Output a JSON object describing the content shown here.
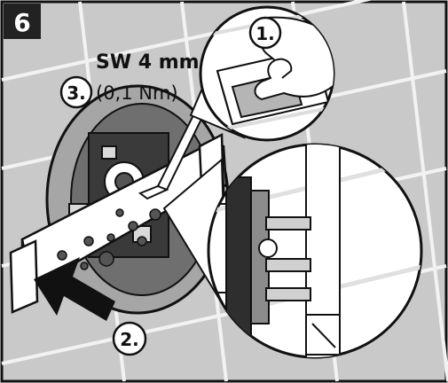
{
  "step": {
    "number": "6"
  },
  "callouts": [
    {
      "label": "1."
    },
    {
      "label": "2."
    },
    {
      "label": "3."
    }
  ],
  "spec": {
    "tool": "SW 4 mm",
    "torque": "(0,1 Nm)"
  },
  "colors": {
    "wall": "#c9c9c9",
    "tile_grout": "#f2f2f2",
    "line": "#111111",
    "badge": "#222222",
    "bracket": "#ffffff",
    "plate": "#a6a6a6"
  },
  "icons": [
    "hex-key-icon",
    "press-arrow-icon",
    "hand-icon"
  ]
}
